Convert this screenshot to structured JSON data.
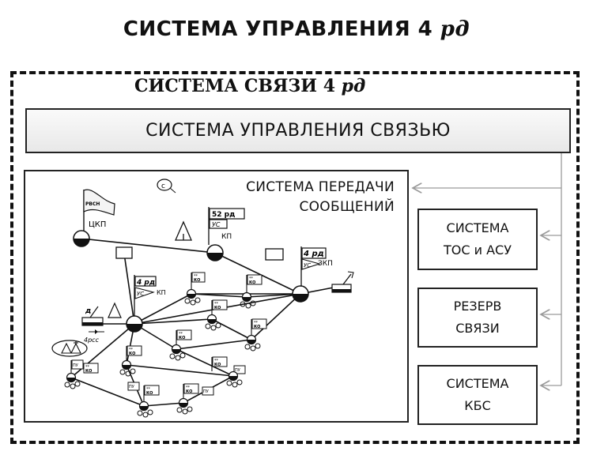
{
  "title": {
    "text": "СИСТЕМА УПРАВЛЕНИЯ 4",
    "italic": "рд"
  },
  "comm_system": {
    "text": "СИСТЕМА СВЯЗИ 4",
    "italic": "рд"
  },
  "comm_management": "СИСТЕМА УПРАВЛЕНИЯ СВЯЗЬЮ",
  "message_transfer": {
    "line1": "СИСТЕМА ПЕРЕДАЧИ",
    "line2": "СООБЩЕНИЙ"
  },
  "side_boxes": [
    {
      "line1": "СИСТЕМА",
      "line2": "ТОС и АСУ"
    },
    {
      "line1": "РЕЗЕРВ",
      "line2": "СВЯЗИ"
    },
    {
      "line1": "СИСТЕМА",
      "line2": "КБС"
    }
  ],
  "network": {
    "flag_tskp_top": "РВСН",
    "label_tskp": "ЦКП",
    "flag_kp_top": "52 рд",
    "flag_kp_mid": "УС",
    "label_kp": "КП",
    "flag_zkp_top": "4 рд",
    "flag_zkp_mid": "УС",
    "label_zkp": "ЗКП",
    "flag_center_top": "4 рд",
    "flag_center_mid": "УС",
    "label_center": "КП",
    "label_reserve": "4рсс",
    "label_d": "д",
    "flag_small_top": "**",
    "flag_small_bottom": "КО",
    "flag_pu": "ПУ",
    "label_c": "с"
  },
  "colors": {
    "line": "#111111",
    "arrow": "#9a9a9a"
  }
}
